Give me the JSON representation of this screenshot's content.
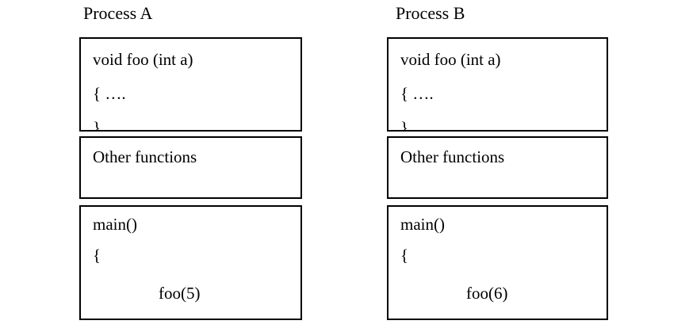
{
  "processes": [
    {
      "title": "Process A",
      "boxes": {
        "function_def": {
          "lines": [
            "void foo (int a)",
            "{ ….",
            "}"
          ]
        },
        "other": {
          "lines": [
            "Other functions"
          ]
        },
        "main": {
          "lines": [
            "main()",
            "{",
            "foo(5)"
          ]
        }
      }
    },
    {
      "title": "Process B",
      "boxes": {
        "function_def": {
          "lines": [
            "void foo (int a)",
            "{ ….",
            "}"
          ]
        },
        "other": {
          "lines": [
            "Other functions"
          ]
        },
        "main": {
          "lines": [
            "main()",
            "{",
            "foo(6)"
          ]
        }
      }
    }
  ],
  "colors": {
    "background": "#ffffff",
    "border": "#000000",
    "text": "#000000"
  }
}
